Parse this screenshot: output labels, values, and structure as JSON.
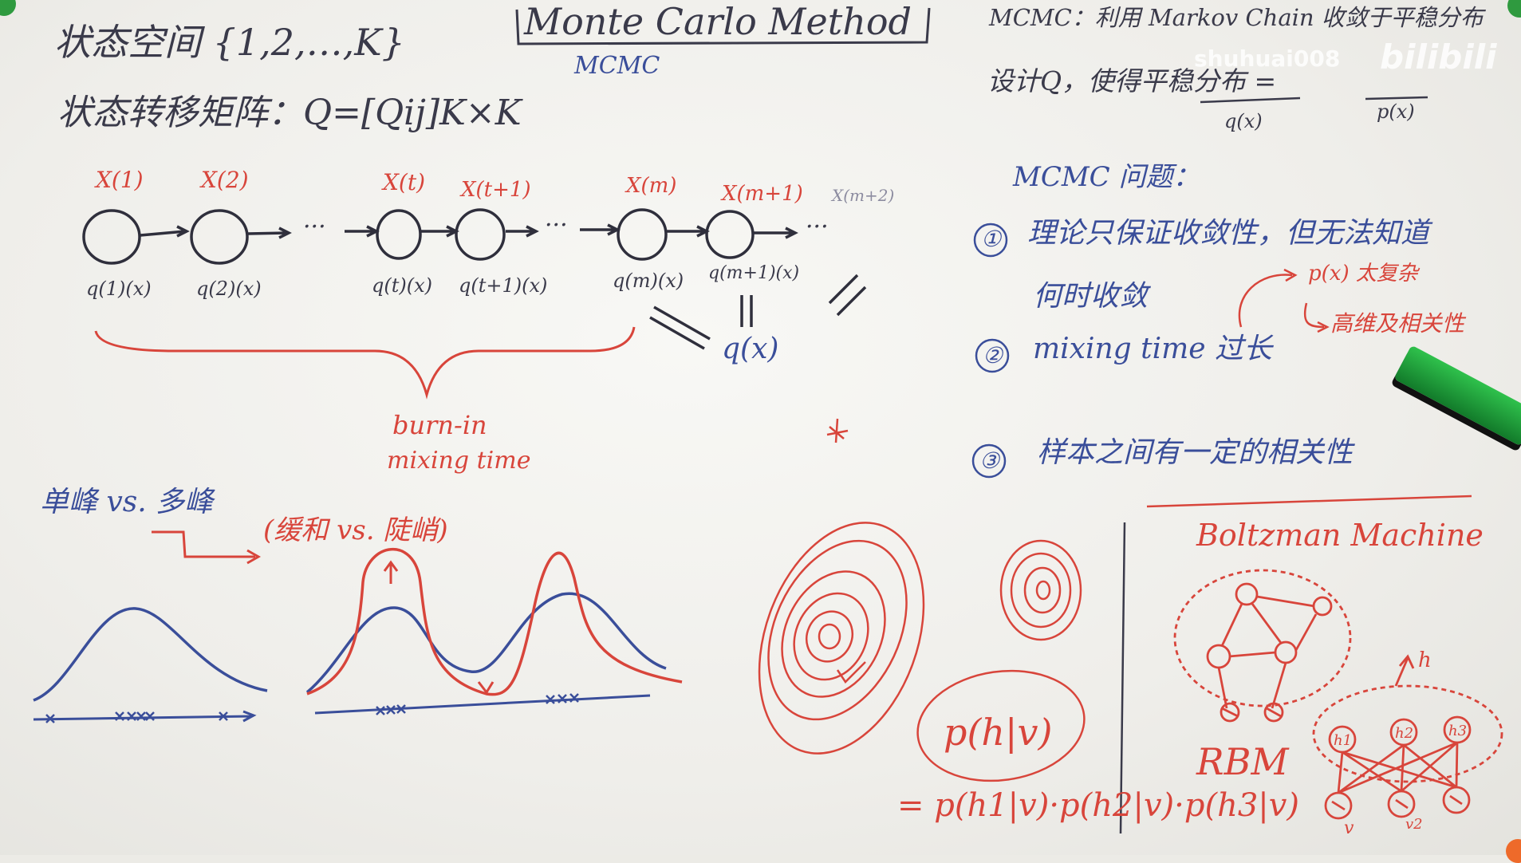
{
  "header": {
    "state_space": "状态空间 {1,2,…,K}",
    "transition_matrix": "状态转移矩阵：Q=[Qij]K×K",
    "title": "Monte Carlo Method",
    "subtitle": "MCMC"
  },
  "chain": {
    "states": [
      {
        "x": "X(1)",
        "q": "q(1)(x)"
      },
      {
        "x": "X(2)",
        "q": "q(2)(x)"
      },
      {
        "x": "X(t)",
        "q": "q(t)(x)"
      },
      {
        "x": "X(t+1)",
        "q": "q(t+1)(x)"
      },
      {
        "x": "X(m)",
        "q": "q(m)(x)"
      },
      {
        "x": "X(m+1)",
        "q": "q(m+1)(x)"
      }
    ],
    "extra_state": "X(m+2)",
    "dots": "···",
    "stationary": "q(x)",
    "burn_in": "burn-in",
    "mixing_time": "mixing time"
  },
  "right_panel": {
    "mcmc_def": "MCMC：利用 Markov Chain 收敛于平稳分布",
    "design_q": "设计Q，使得平稳分布 =",
    "q_x": "q(x)",
    "p_x": "p(x)",
    "problems_title": "MCMC 问题：",
    "p1_num": "①",
    "p1_line1": "理论只保证收敛性，但无法知道",
    "p1_line2": "何时收敛",
    "p2_num": "②",
    "p2": "mixing time 过长",
    "p2_note1": "p(x) 太复杂",
    "p2_note2": "高维及相关性",
    "p3_num": "③",
    "p3": "样本之间有一定的相关性"
  },
  "bottom_left": {
    "modes": "单峰 vs. 多峰",
    "steepness": "(缓和 vs. 陡峭)"
  },
  "bottom_right": {
    "boltzmann": "Boltzman Machine",
    "rbm": "RBM",
    "h_arrow": "h",
    "v_label": "v",
    "v2_label": "v2",
    "h_nodes": [
      "h1",
      "h2",
      "h3"
    ],
    "posterior": "p(h|v)",
    "factorized": "= p(h1|v)·p(h2|v)·p(h3|v)"
  },
  "watermark": {
    "user": "shuhuai008",
    "logo": "bilibili"
  },
  "colors": {
    "board": "#f3f3ef",
    "ink_black": "#3a3a4a",
    "ink_blue": "#3a4e9a",
    "ink_red": "#d8453b",
    "eraser_green": "#1f9b3a"
  }
}
